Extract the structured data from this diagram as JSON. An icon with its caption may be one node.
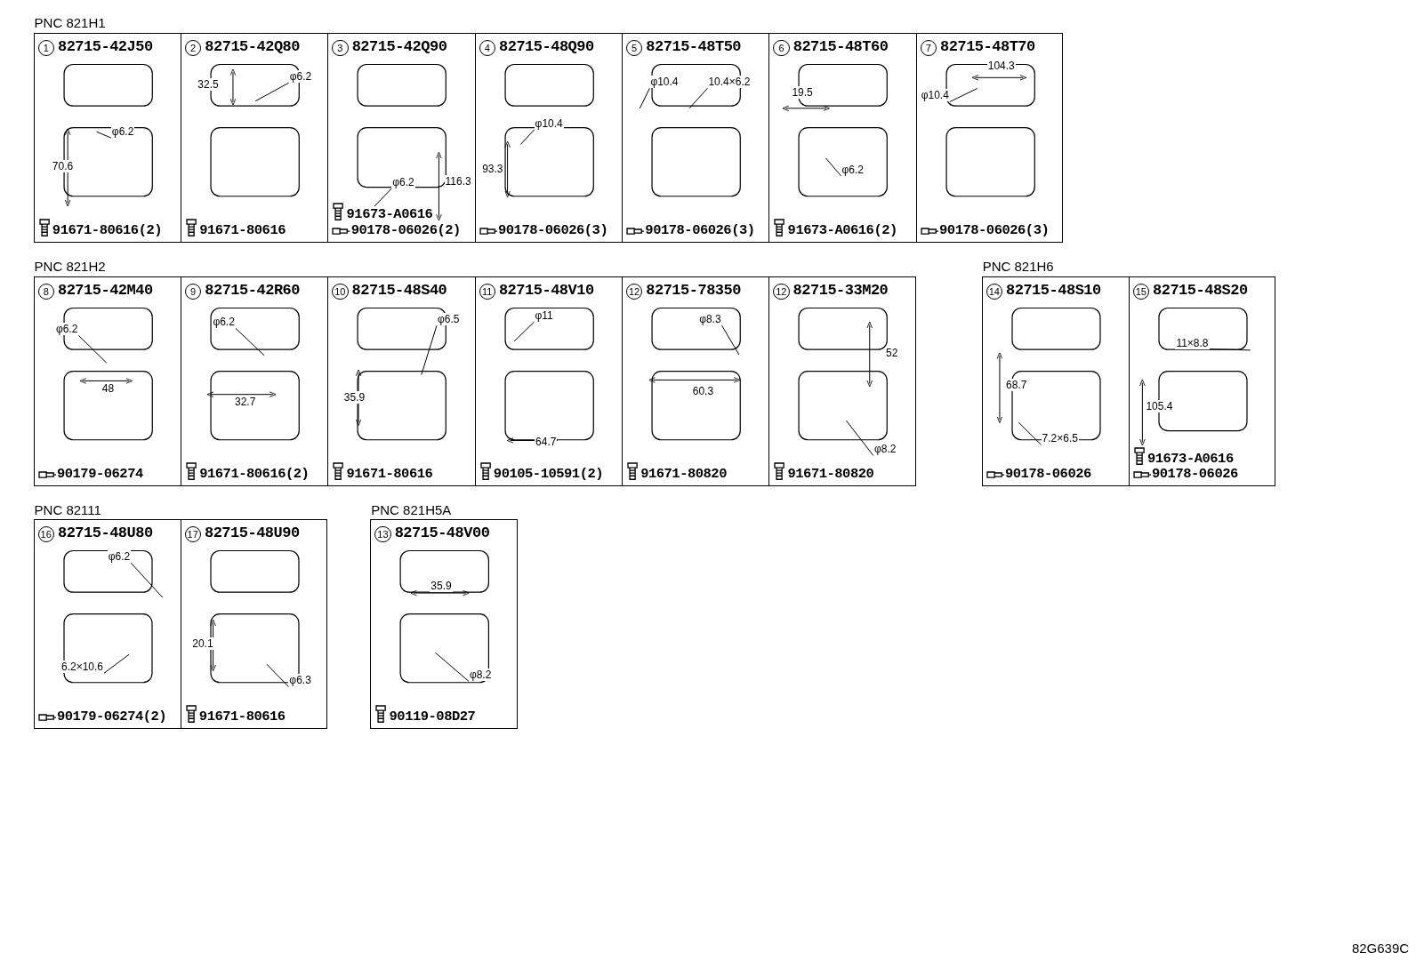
{
  "diagram": {
    "nodes": [
      {
        "text": [
          "PNC 821H1"
        ]
      },
      {
        "text": [
          "1",
          "82715-42J50",
          "91671-80616(2)"
        ],
        "in": 0
      },
      {
        "text": [
          "φ6.2"
        ],
        "in": 1
      },
      {
        "text": [
          "2",
          "82715-42Q80",
          "91671-80616"
        ],
        "in": 0
      },
      {
        "text": [
          "φ6.2"
        ],
        "in": 3
      },
      {
        "text": [
          "3",
          "82715-42Q90",
          "91673-A0616",
          "90178-06026(2)"
        ],
        "in": 0
      },
      {
        "text": [
          "φ6.2"
        ],
        "in": 5
      },
      {
        "text": [
          "4",
          "82715-48Q90",
          "90178-06026(3)"
        ],
        "in": 0
      },
      {
        "text": [
          "φ10.4"
        ],
        "in": 7
      },
      {
        "text": [
          "5",
          "82715-48T50",
          "90178-06026(3)"
        ],
        "in": 0
      },
      {
        "text": [
          "φ10.4"
        ],
        "in": 9
      },
      {
        "text": [
          "10.4×6.2"
        ],
        "in": 9
      },
      {
        "text": [
          "6",
          "82715-48T60",
          "91673-A0616(2)"
        ],
        "in": 0
      },
      {
        "text": [
          "φ6.2"
        ],
        "in": 12
      },
      {
        "text": [
          "7",
          "82715-48T70",
          "90178-06026(3)"
        ],
        "in": 0
      },
      {
        "text": [
          "φ10.4"
        ],
        "in": 14
      },
      {
        "text": [
          "PNC 821H2"
        ]
      },
      {
        "text": [
          "8",
          "82715-42M40",
          "90179-06274"
        ],
        "in": 16
      },
      {
        "text": [
          "φ6.2"
        ],
        "in": 17
      },
      {
        "text": [
          "9",
          "82715-42R60",
          "91671-80616(2)"
        ],
        "in": 16
      },
      {
        "text": [
          "φ6.2"
        ],
        "in": 19
      },
      {
        "text": [
          "10",
          "82715-48S40",
          "91671-80616"
        ],
        "in": 16
      },
      {
        "text": [
          "φ6.5"
        ],
        "in": 21
      },
      {
        "text": [
          "11",
          "82715-48V10",
          "90105-10591(2)"
        ],
        "in": 16
      },
      {
        "text": [
          "φ11"
        ],
        "in": 23
      },
      {
        "text": [
          "12",
          "82715-78350",
          "91671-80820"
        ],
        "in": 16
      },
      {
        "text": [
          "φ8.3"
        ],
        "in": 25
      },
      {
        "text": [
          "12",
          "82715-33M20",
          "91671-80820"
        ],
        "in": 16
      },
      {
        "text": [
          "φ8.2"
        ],
        "in": 27
      },
      {
        "text": [
          "PNC 821H6"
        ]
      },
      {
        "text": [
          "14",
          "82715-48S10",
          "90178-06026"
        ],
        "in": 29
      },
      {
        "text": [
          "7.2×6.5"
        ],
        "in": 30
      },
      {
        "text": [
          "15",
          "82715-48S20",
          "91673-A0616",
          "90178-06026"
        ],
        "in": 29
      },
      {
        "text": [
          "11×8.8"
        ],
        "in": 32
      },
      {
        "text": [
          "PNC 82111"
        ]
      },
      {
        "text": [
          "16",
          "82715-48U80",
          "90179-06274(2)"
        ],
        "in": 34
      },
      {
        "text": [
          "φ6.2"
        ],
        "in": 35
      },
      {
        "text": [
          "6.2×10.6"
        ],
        "in": 35
      },
      {
        "text": [
          "17",
          "82715-48U90",
          "91671-80616"
        ],
        "in": 34
      },
      {
        "text": [
          "φ6.3"
        ],
        "in": 38
      },
      {
        "text": [
          "PNC 821H5A"
        ]
      },
      {
        "text": [
          "13",
          "82715-48V00",
          "90119-08D27"
        ],
        "in": 40
      },
      {
        "text": [
          "φ8.2"
        ],
        "in": 41
      }
    ],
    "edges": [
      {
        "from": 2,
        "to": null,
        "arrow": "none"
      },
      {
        "from": 4,
        "to": null,
        "arrow": "none"
      },
      {
        "from": 6,
        "to": null,
        "arrow": "none"
      },
      {
        "from": 8,
        "to": null,
        "arrow": "none"
      },
      {
        "from": 10,
        "to": null,
        "arrow": "none"
      },
      {
        "from": 11,
        "to": null,
        "arrow": "none"
      },
      {
        "from": 13,
        "to": null,
        "arrow": "none"
      },
      {
        "from": 15,
        "to": null,
        "arrow": "none"
      },
      {
        "from": 18,
        "to": null,
        "arrow": "none"
      },
      {
        "from": 20,
        "to": null,
        "arrow": "none"
      },
      {
        "from": 22,
        "to": null,
        "arrow": "none"
      },
      {
        "from": 24,
        "to": null,
        "arrow": "none"
      },
      {
        "from": 26,
        "to": null,
        "arrow": "none"
      },
      {
        "from": 28,
        "to": null,
        "arrow": "none"
      },
      {
        "from": 31,
        "to": null,
        "arrow": "none"
      },
      {
        "from": 33,
        "to": null,
        "arrow": "none"
      },
      {
        "from": 36,
        "to": null,
        "arrow": "none"
      },
      {
        "from": 37,
        "to": null,
        "arrow": "none"
      },
      {
        "from": 39,
        "to": null,
        "arrow": "none"
      },
      {
        "from": 42,
        "to": null,
        "arrow": "none"
      }
    ],
    "labels": [
      "70.6",
      "32.5",
      "116.3",
      "93.3",
      "19.5",
      "104.3",
      "48",
      "32.7",
      "35.9",
      "64.7",
      "60.3",
      "52",
      "68.7",
      "105.4",
      "20.1",
      "35.9",
      "82G639C"
    ]
  }
}
